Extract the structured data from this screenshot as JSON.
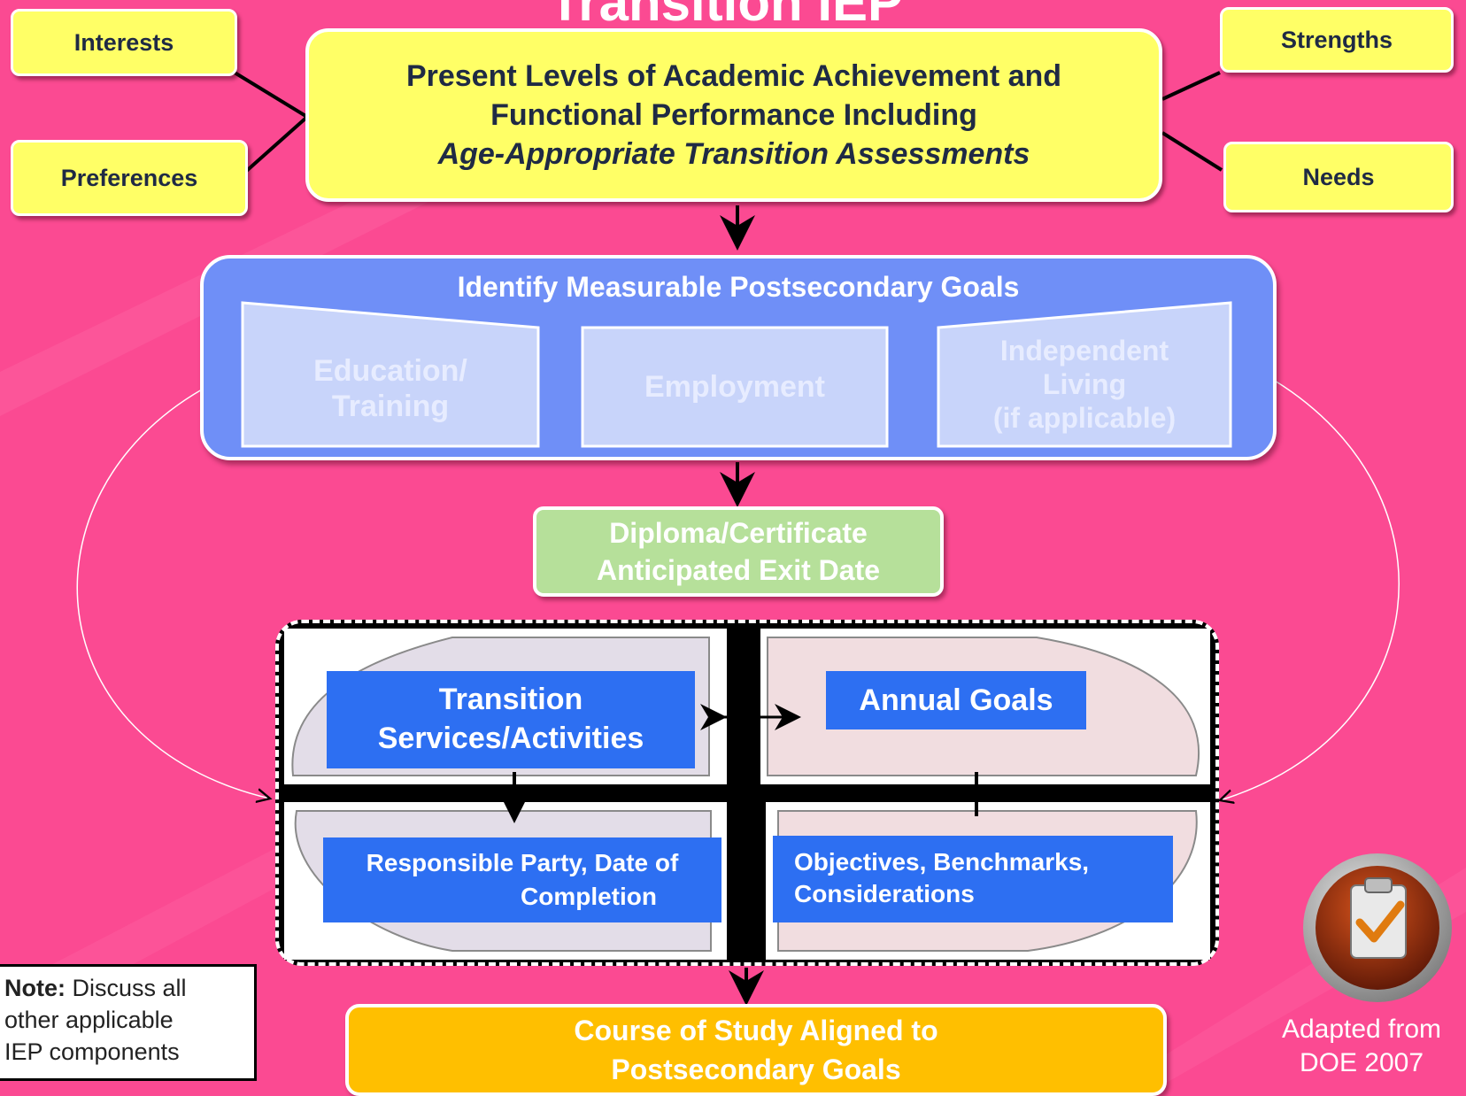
{
  "title": "Transition IEP",
  "side_boxes": {
    "interests": "Interests",
    "preferences": "Preferences",
    "strengths": "Strengths",
    "needs": "Needs"
  },
  "plaafp": {
    "line1": "Present Levels of Academic Achievement and",
    "line2": "Functional Performance Including",
    "line3": "Age-Appropriate Transition Assessments"
  },
  "postsecondary": {
    "title": "Identify Measurable Postsecondary Goals",
    "education_line1": "Education/",
    "education_line2": "Training",
    "employment": "Employment",
    "independent_line1": "Independent",
    "independent_line2": "Living",
    "independent_line3": "(if applicable)"
  },
  "diploma": {
    "line1": "Diploma/Certificate",
    "line2": "Anticipated Exit Date"
  },
  "transition_services": {
    "line1": "Transition",
    "line2": "Services/Activities"
  },
  "annual_goals": "Annual Goals",
  "responsible": {
    "line1": "Responsible Party, Date of",
    "line2": "Completion"
  },
  "objectives": {
    "line1": "Objectives, Benchmarks,",
    "line2": "Considerations"
  },
  "course": {
    "line1": "Course of Study Aligned to",
    "line2": "Postsecondary Goals"
  },
  "note": {
    "label": "Note:",
    "line1": "Discuss all",
    "line2": "other applicable",
    "line3": "IEP components"
  },
  "credit": {
    "line1": "Adapted from",
    "line2": "DOE 2007"
  },
  "colors": {
    "background": "#fb4a92",
    "yellow_box": "#ffff66",
    "goals_panel": "#6f8ff7",
    "diploma": "#b6e09a",
    "blue_label": "#2d6ff2",
    "course": "#ffbf00"
  },
  "icons": {
    "clipboard": "clipboard-check-icon"
  }
}
